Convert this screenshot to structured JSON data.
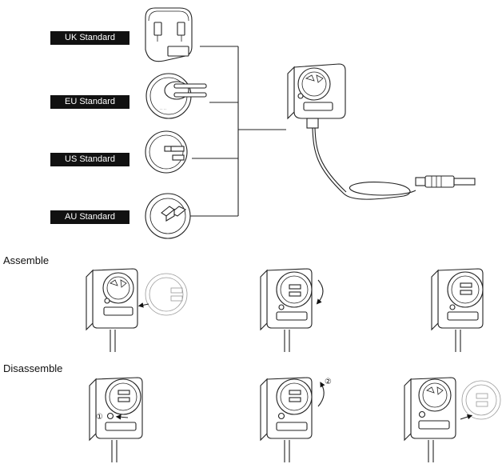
{
  "plug_labels": [
    {
      "id": "uk",
      "text": "UK Standard"
    },
    {
      "id": "eu",
      "text": "EU Standard"
    },
    {
      "id": "us",
      "text": "US Standard"
    },
    {
      "id": "au",
      "text": "AU Standard"
    }
  ],
  "sections": {
    "assemble": "Assemble",
    "disassemble": "Disassemble"
  },
  "step_markers": {
    "one": "①",
    "two": "②"
  },
  "colors": {
    "label_bg": "#111111",
    "label_text": "#ffffff",
    "line": "#222222",
    "ghost": "#9a9a9a"
  },
  "icons": [
    "uk-plug-icon",
    "eu-plug-icon",
    "us-plug-icon",
    "au-plug-icon",
    "power-adapter-icon",
    "dc-connector-icon",
    "push-arrow-icon",
    "rotate-arrow-icon",
    "release-button-icon"
  ]
}
